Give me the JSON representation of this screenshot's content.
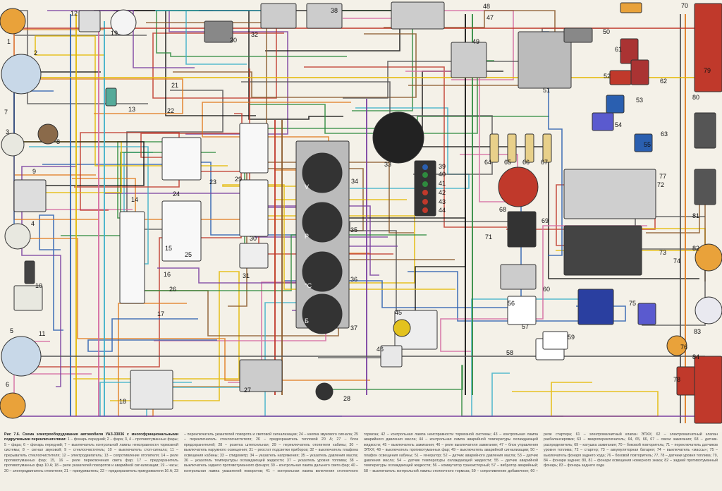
{
  "figure": {
    "caption_title": "Рис 7.6. Схема электрооборудования автомобиля УАЗ-33036 с многофункциональными подрулевыми переключателями:",
    "caption_legend": "1 – фонарь передний; 2 – фара; 3, 4 – противотуманные фары; 5 – фара; 6 – фонарь передний; 7 – выключатель контрольной лампы неисправности тормозной системы; 8 – сигнал звуковой; 9 – стеклоочиститель; 10 – выключатель стоп-сигнала; 11 – прерыватель стеклоочистителя; 12 – электродвигатель; 13 – сопротивление отопителя; 14 – реле противотуманных фар; 15, 16 – реле переключения света фар; 17 – предохранитель противотуманных фар 10 А; 18 – реле указателей поворотов и аварийной сигнализации; 19 – часы; 20 – электродвигатель отопителя; 21 – прикуриватель; 22 – предохранитель прикуривателя 16 А; 23 – переключатель указателей поворота и световой сигнализации; 24 – кнопка звукового сигнала; 25 – переключатель стеклоочистителя; 26 – предохранитель тепловой 20 А; 27 – блок предохранителей; 28 – розетка штепсельная; 29 – переключатель отопителя кабины; 30 – выключатель наружного освещения; 31 – реостат подсветки приборов; 32 – выключатель плафона освещения кабины; 33 – спидометр; 34 – указатель напряжения; 35 – указатель давления масла; 36 – указатель температуры охлаждающей жидкости; 37 – указатель уровня топлива; 38 – выключатель заднего противотуманного фонаря; 39 – контрольная лампа дальнего света фар; 40 – контрольная лампа указателей поворотов; 41 – контрольная лампа включения стояночного тормоза; 42 – контрольная лампа неисправности тормозной системы; 43 – контрольная лампа аварийного давления масла; 44 – контрольная лампа аварийной температуры охлаждающей жидкости; 45 – выключатель зажигания; 46 – реле выключателя зажигания; 47 – блок управления ЭПХХ; 48 – выключатель противотуманных фар; 49 – выключатель аварийной сигнализации; 50 – плафон освещения кабины; 51 – генератор; 52 – датчик аварийного давления масла; 53 – датчик давления масла; 54 – датчик температуры охлаждающей жидкости; 55 – датчик аварийной температуры охлаждающей жидкости; 56 – коммутатор транзисторный; 57 – вибратор аварийный; 58 – выключатель контрольной лампы стояночного тормоза; 59 – сопротивление добавочное; 60 – реле стартера; 61 – электромагнитный клапан ЭПХХ; 62 – электромагнитный клапан разбалансировки; 63 – микропереключатель; 64, 65, 66, 67 – свечи зажигания; 68 – датчик-распределитель; 69 – катушка зажигания; 70 – боковой повторитель; 71 – переключатель датчиков уровня топлива; 72 – стартер; 73 – аккумуляторная батарея; 74 – выключатель «массы»; 75 – выключатель фонаря заднего хода; 76 – боковой повторитель; 77, 78 – датчики уровня топлива; 79, 84 – фонари задние; 80, 81 – фонари освещения номерного знака; 82 – задний противотуманный фонарь; 83 – фонарь заднего хода"
  },
  "component_labels": [
    "1",
    "2",
    "3",
    "4",
    "5",
    "6",
    "7",
    "8",
    "9",
    "10",
    "11",
    "12",
    "13",
    "14",
    "15",
    "16",
    "17",
    "18",
    "19",
    "20",
    "21",
    "22",
    "23",
    "24",
    "25",
    "26",
    "27",
    "28",
    "29",
    "30",
    "31",
    "32",
    "33",
    "34",
    "35",
    "36",
    "37",
    "38",
    "39",
    "40",
    "41",
    "42",
    "43",
    "44",
    "45",
    "46",
    "47",
    "48",
    "49",
    "50",
    "51",
    "52",
    "53",
    "54",
    "55",
    "56",
    "57",
    "58",
    "59",
    "60",
    "61",
    "62",
    "63",
    "64",
    "65",
    "66",
    "67",
    "68",
    "69",
    "70",
    "71",
    "72",
    "73",
    "74",
    "75",
    "76",
    "77",
    "78",
    "79",
    "80",
    "81",
    "82",
    "83",
    "84"
  ],
  "gauge_marks": [
    "V",
    "P",
    "°C",
    "Б"
  ],
  "wire_colors": [
    "#2a5fb0",
    "#c0392b",
    "#2e8b3e",
    "#e3b800",
    "#8b5a2b",
    "#555555",
    "#d46aa0",
    "#7a3fa0",
    "#e07b1f",
    "#3bb0c9",
    "#111111"
  ]
}
